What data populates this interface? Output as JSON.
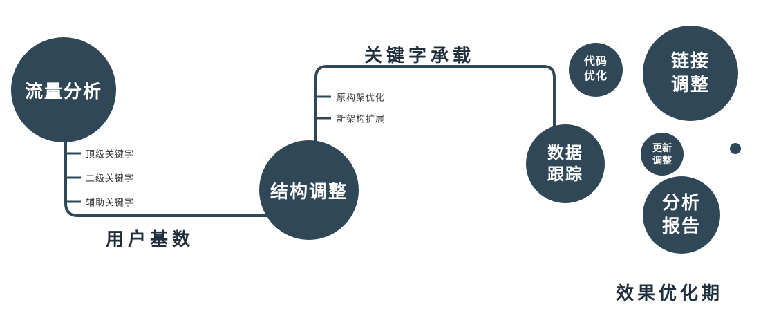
{
  "colors": {
    "node_fill": "#2f4757",
    "node_text": "#ffffff",
    "connector": "#2f4757",
    "edge_label_text": "#1f2f3d",
    "tick_label_text": "#3d3d3d",
    "background": "#ffffff"
  },
  "nodes": {
    "traffic_analysis": {
      "label": "流量分析"
    },
    "structure_adjustment": {
      "label": "结构调整"
    },
    "data_tracking": {
      "lines": [
        "数据",
        "跟踪"
      ]
    },
    "code_optimization": {
      "lines": [
        "代码",
        "优化"
      ]
    },
    "link_adjustment": {
      "lines": [
        "链接",
        "调整"
      ]
    },
    "update_adjustment": {
      "lines": [
        "更新",
        "调整"
      ]
    },
    "analysis_report": {
      "lines": [
        "分析",
        "报告"
      ]
    }
  },
  "edge_labels": {
    "bottom": "用户基数",
    "top": "关键字承载"
  },
  "ticks": {
    "left": [
      "顶级关键字",
      "二级关键字",
      "辅助关键字"
    ],
    "upper": [
      "原构架优化",
      "新架构扩展"
    ]
  },
  "captions": {
    "phase": "效果优化期"
  }
}
